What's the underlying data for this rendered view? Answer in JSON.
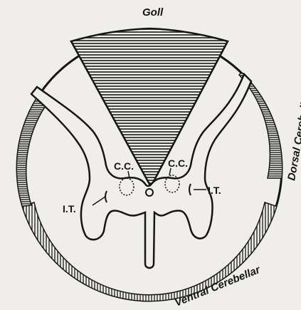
{
  "figure": {
    "labels": {
      "goll": "Goll",
      "dorsal_cerebellar": "Dorsal Cerebellar",
      "ventral_cerebellar": "Ventral Cerebellar",
      "cc_left": "C.C.",
      "cc_right": "C.C.",
      "it_left": "I.T.",
      "it_right": "I.T."
    },
    "colors": {
      "ink": "#151515",
      "paper": "#efeeea"
    }
  }
}
